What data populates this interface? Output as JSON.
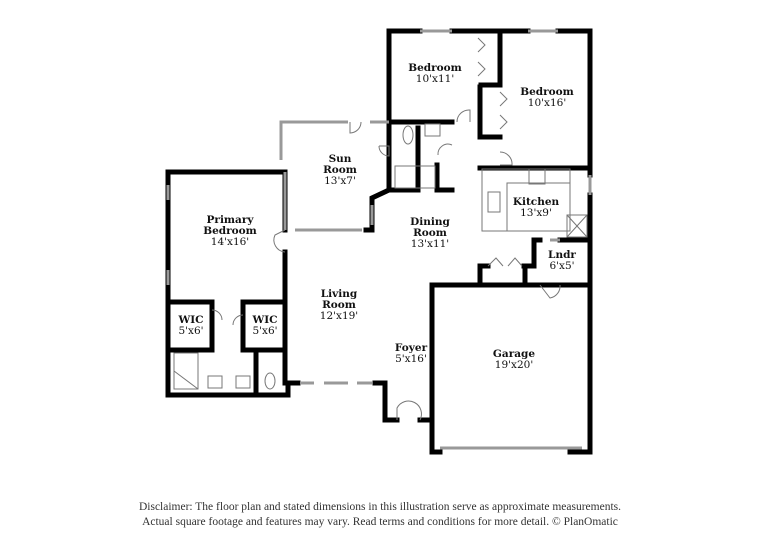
{
  "rooms": [
    {
      "name": "Bedroom",
      "dims": "10'x11'"
    },
    {
      "name": "Bedroom",
      "dims": "10'x16'"
    },
    {
      "name": "Sun Room",
      "dims": "13'x7'"
    },
    {
      "name": "Primary Bedroom",
      "dims": "14'x16'"
    },
    {
      "name": "Dining Room",
      "dims": "13'x11'"
    },
    {
      "name": "Kitchen",
      "dims": "13'x9'"
    },
    {
      "name": "Lndr",
      "dims": "6'x5'"
    },
    {
      "name": "Living Room",
      "dims": "12'x19'"
    },
    {
      "name": "WIC",
      "dims": "5'x6'"
    },
    {
      "name": "WIC",
      "dims": "5'x6'"
    },
    {
      "name": "Foyer",
      "dims": "5'x16'"
    },
    {
      "name": "Garage",
      "dims": "19'x20'"
    }
  ],
  "disclaimer": {
    "line1": "Disclaimer: The floor plan and stated dimensions in this illustration serve as approximate measurements.",
    "line2": "Actual square footage and features may vary. Read terms and conditions for more detail. © PlanOmatic"
  }
}
